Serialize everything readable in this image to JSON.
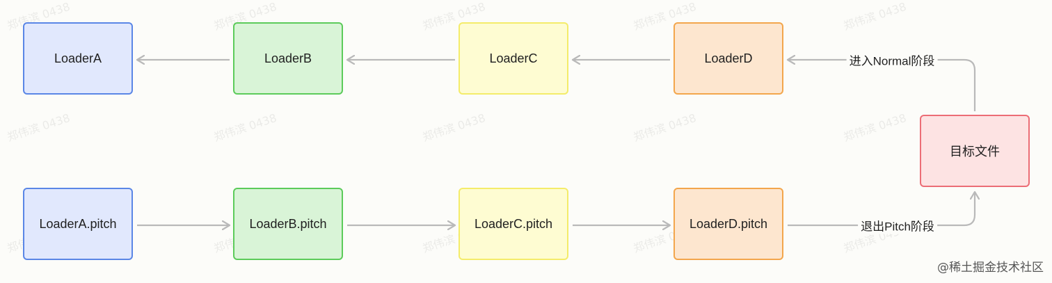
{
  "watermark_text": "郑伟滨 0438",
  "nodes": {
    "loader_a": "LoaderA",
    "loader_b": "LoaderB",
    "loader_c": "LoaderC",
    "loader_d": "LoaderD",
    "target_file": "目标文件",
    "loader_a_pitch": "LoaderA.pitch",
    "loader_b_pitch": "LoaderB.pitch",
    "loader_c_pitch": "LoaderC.pitch",
    "loader_d_pitch": "LoaderD.pitch"
  },
  "edge_labels": {
    "enter_normal": "进入Normal阶段",
    "exit_pitch": "退出Pitch阶段"
  },
  "credit": "@稀土掘金技术社区",
  "colors": {
    "arrow": "#b9b9b9",
    "blue_fill": "#e1e8fd",
    "blue_border": "#5a86e6",
    "green_fill": "#d9f4d7",
    "green_border": "#5ccb5a",
    "yellow_fill": "#fefcd2",
    "yellow_border": "#f4ec6a",
    "orange_fill": "#fde6cf",
    "orange_border": "#f3a64c",
    "red_fill": "#fde3e3",
    "red_border": "#ec6d76"
  }
}
